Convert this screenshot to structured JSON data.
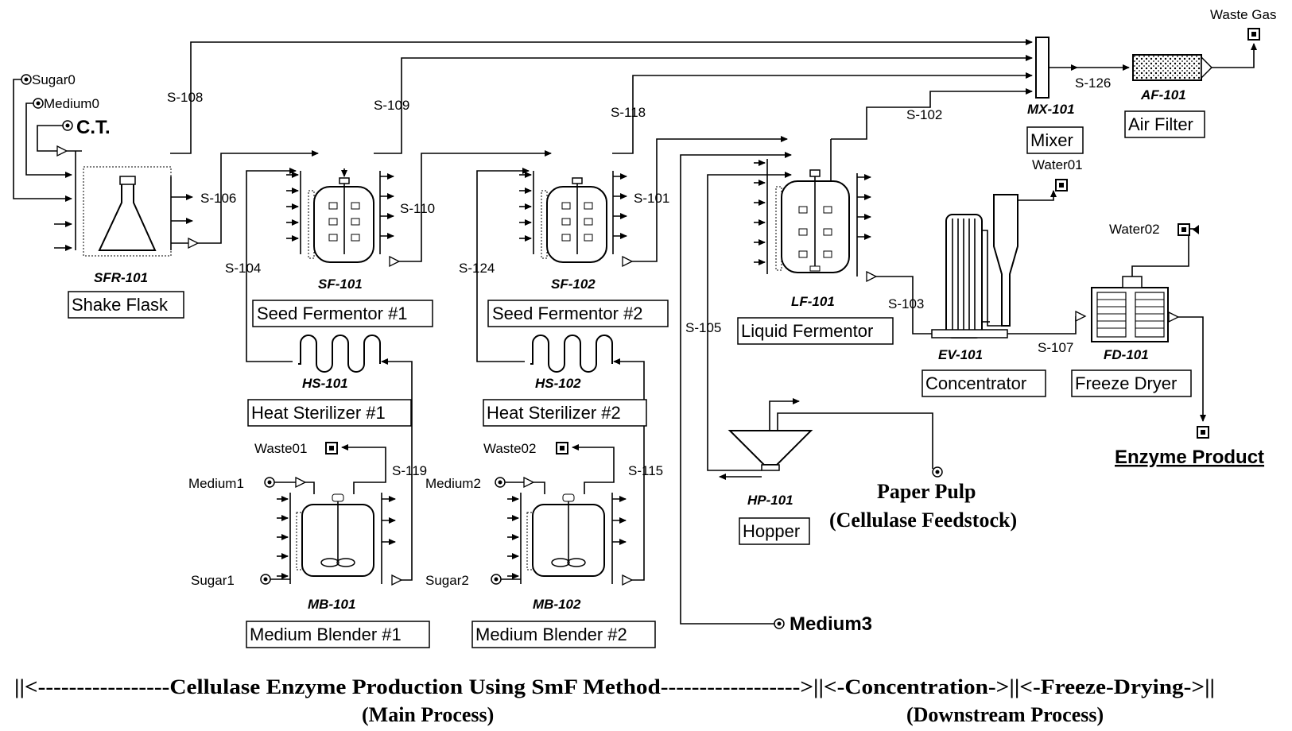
{
  "streams": {
    "s108": "S-108",
    "s109": "S-109",
    "s118": "S-118",
    "s102": "S-102",
    "s126": "S-126",
    "s106": "S-106",
    "s110": "S-110",
    "s101": "S-101",
    "s104": "S-104",
    "s124": "S-124",
    "s119": "S-119",
    "s115": "S-115",
    "s103": "S-103",
    "s105": "S-105",
    "s107": "S-107"
  },
  "inputs": {
    "sugar0": "Sugar0",
    "medium0": "Medium0",
    "ct": "C.T.",
    "medium1": "Medium1",
    "sugar1": "Sugar1",
    "medium2": "Medium2",
    "sugar2": "Sugar2",
    "medium3": "Medium3",
    "paper_pulp": "Paper Pulp",
    "cellulase_feedstock": "(Cellulase Feedstock)"
  },
  "outputs": {
    "waste_gas": "Waste Gas",
    "water01": "Water01",
    "water02": "Water02",
    "waste01": "Waste01",
    "waste02": "Waste02",
    "enzyme_product": "Enzyme Product"
  },
  "units": {
    "sfr101": {
      "tag": "SFR-101",
      "name": "Shake Flask"
    },
    "sf101": {
      "tag": "SF-101",
      "name": "Seed Fermentor #1"
    },
    "sf102": {
      "tag": "SF-102",
      "name": "Seed Fermentor #2"
    },
    "lf101": {
      "tag": "LF-101",
      "name": "Liquid Fermentor"
    },
    "hs101": {
      "tag": "HS-101",
      "name": "Heat Sterilizer #1"
    },
    "hs102": {
      "tag": "HS-102",
      "name": "Heat Sterilizer #2"
    },
    "mb101": {
      "tag": "MB-101",
      "name": "Medium Blender #1"
    },
    "mb102": {
      "tag": "MB-102",
      "name": "Medium Blender #2"
    },
    "hp101": {
      "tag": "HP-101",
      "name": "Hopper"
    },
    "mx101": {
      "tag": "MX-101",
      "name": "Mixer"
    },
    "af101": {
      "tag": "AF-101",
      "name": "Air Filter"
    },
    "ev101": {
      "tag": "EV-101",
      "name": "Concentrator"
    },
    "fd101": {
      "tag": "FD-101",
      "name": "Freeze Dryer"
    }
  },
  "footer": {
    "main_banner": "||<-----------------Cellulase Enzyme Production Using SmF Method------------------>||<-Concentration->||<-Freeze-Drying->||",
    "main_sub": "(Main Process)",
    "downstream_sub": "(Downstream Process)"
  }
}
